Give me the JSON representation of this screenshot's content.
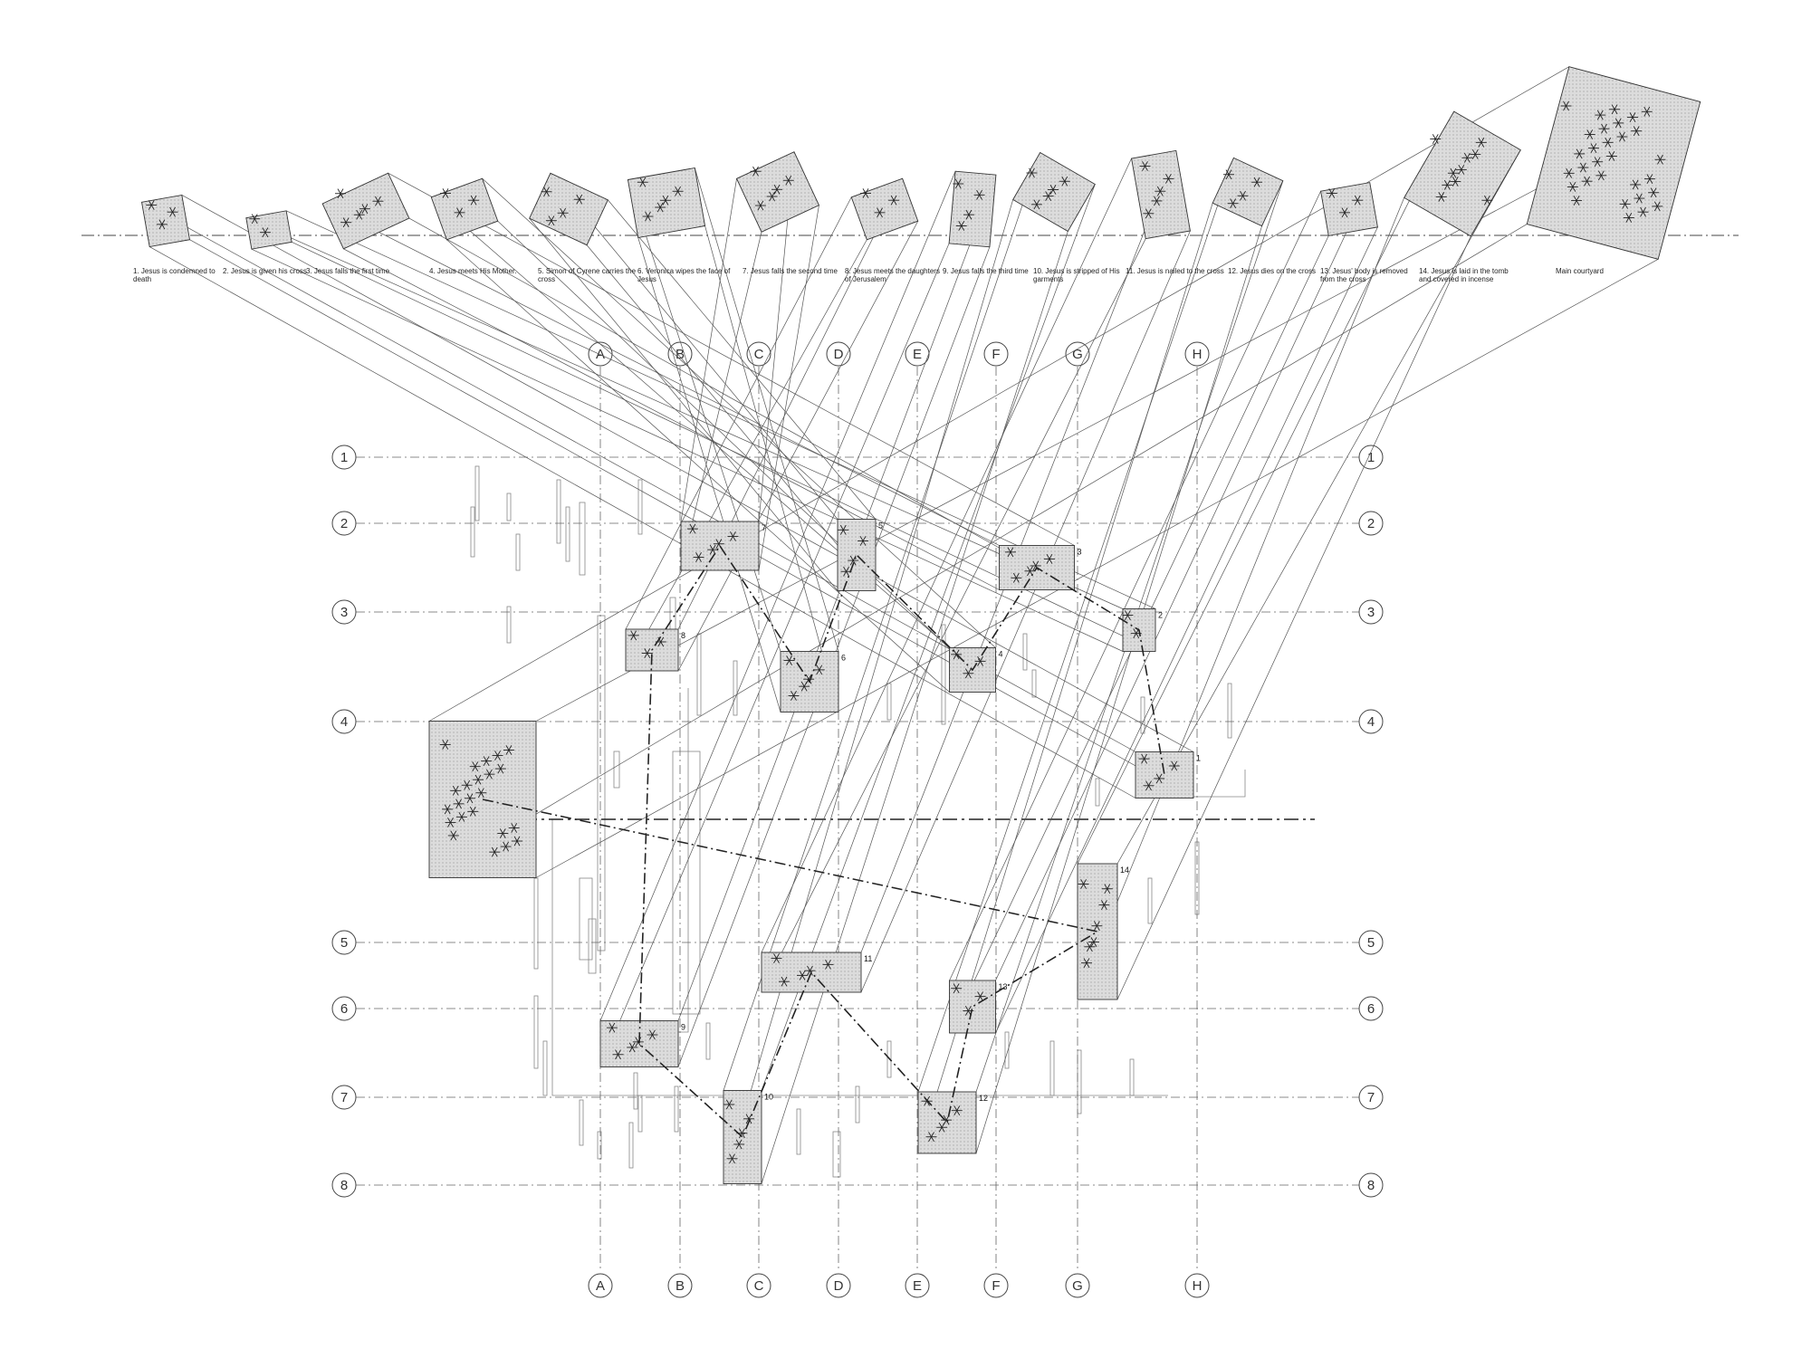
{
  "stations": [
    {
      "label": "1. Jesus is condemned to death",
      "num": "1"
    },
    {
      "label": "2. Jesus is given his cross",
      "num": "2"
    },
    {
      "label": "3. Jesus falls the first time",
      "num": "3"
    },
    {
      "label": "4. Jesus meets His Mother.",
      "num": "4"
    },
    {
      "label": "5. Simon of Cyrene carries the cross",
      "num": "5"
    },
    {
      "label": "6. Veronica wipes the face of Jesus",
      "num": "6"
    },
    {
      "label": "7. Jesus falls the second time",
      "num": "7"
    },
    {
      "label": "8. Jesus meets the daughters of Jerusalem",
      "num": "8"
    },
    {
      "label": "9. Jesus falls the third time",
      "num": "9"
    },
    {
      "label": "10. Jesus is stripped of His garments",
      "num": "10"
    },
    {
      "label": "11. Jesus is nailed to the cross",
      "num": "11"
    },
    {
      "label": "12. Jesus dies on the cross",
      "num": "12"
    },
    {
      "label": "13. Jesus' body is removed from the cross",
      "num": "13"
    },
    {
      "label": "14. Jesus is laid in the tomb and covered in incense",
      "num": "14"
    },
    {
      "label": "Main courtyard",
      "num": ""
    }
  ],
  "grid": {
    "columns": [
      "A",
      "B",
      "C",
      "D",
      "E",
      "F",
      "G",
      "H"
    ],
    "rows": [
      "1",
      "2",
      "3",
      "4",
      "5",
      "6",
      "7",
      "8"
    ]
  },
  "colors": {
    "line": "#555555",
    "fill": "#d9d9d9",
    "route": "#222222"
  }
}
